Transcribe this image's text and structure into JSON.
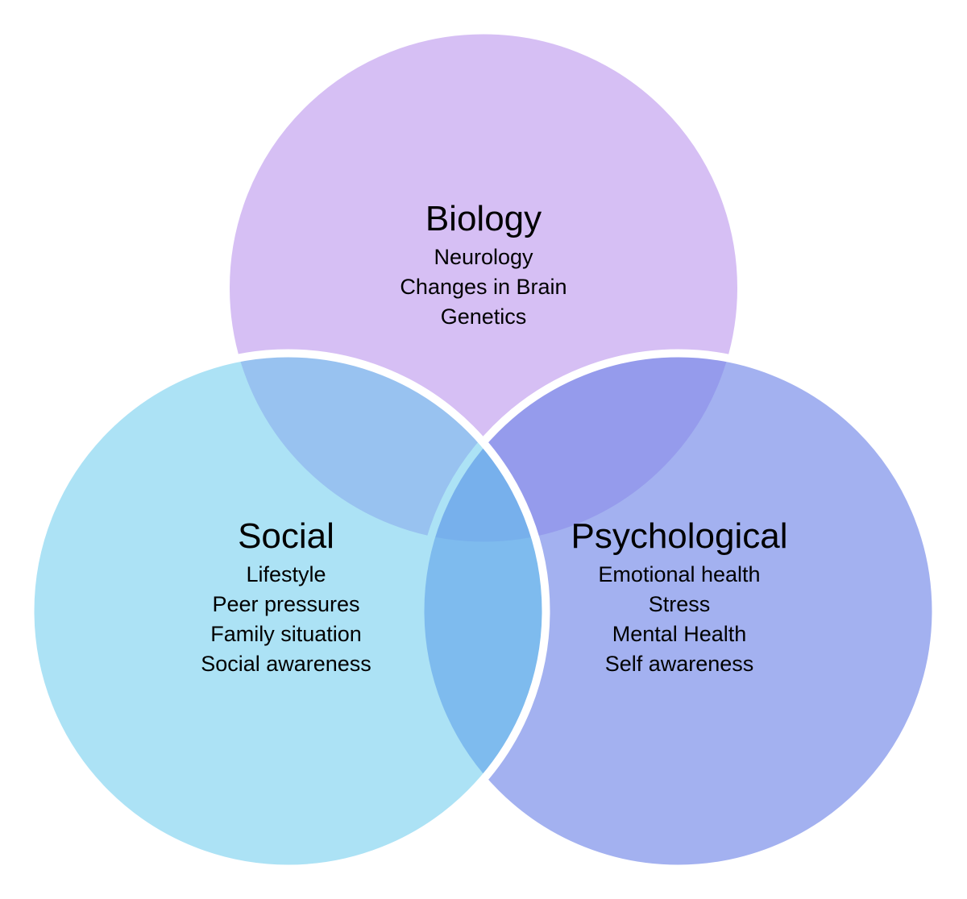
{
  "diagram": {
    "type": "venn",
    "background_color": "#ffffff",
    "stroke_color": "#ffffff",
    "text_color": "#000000",
    "circles": [
      {
        "id": "biology",
        "title": "Biology",
        "items": [
          "Neurology",
          "Changes in Brain",
          "Genetics"
        ],
        "fill_color": "#d6bff4",
        "fill_opacity": "1",
        "visible_color": "#d6bff4"
      },
      {
        "id": "psychological",
        "title": "Psychological",
        "items": [
          "Emotional health",
          "Stress",
          "Mental Health",
          "Self awareness"
        ],
        "fill_color": "#7388e8",
        "fill_opacity": "0.66",
        "visible_color": "#a3b1f0"
      },
      {
        "id": "social",
        "title": "Social",
        "items": [
          "Lifestyle",
          "Peer pressures",
          "Family situation",
          "Social awareness"
        ],
        "fill_color": "#59c5eb",
        "fill_opacity": "0.5",
        "visible_color": "#ace2f5"
      }
    ],
    "overlap_colors": {
      "biology_social": "#9cc4f0",
      "biology_psychological": "#959bee",
      "social_psychological": "#80bbec",
      "center": "#77b0ec"
    }
  }
}
